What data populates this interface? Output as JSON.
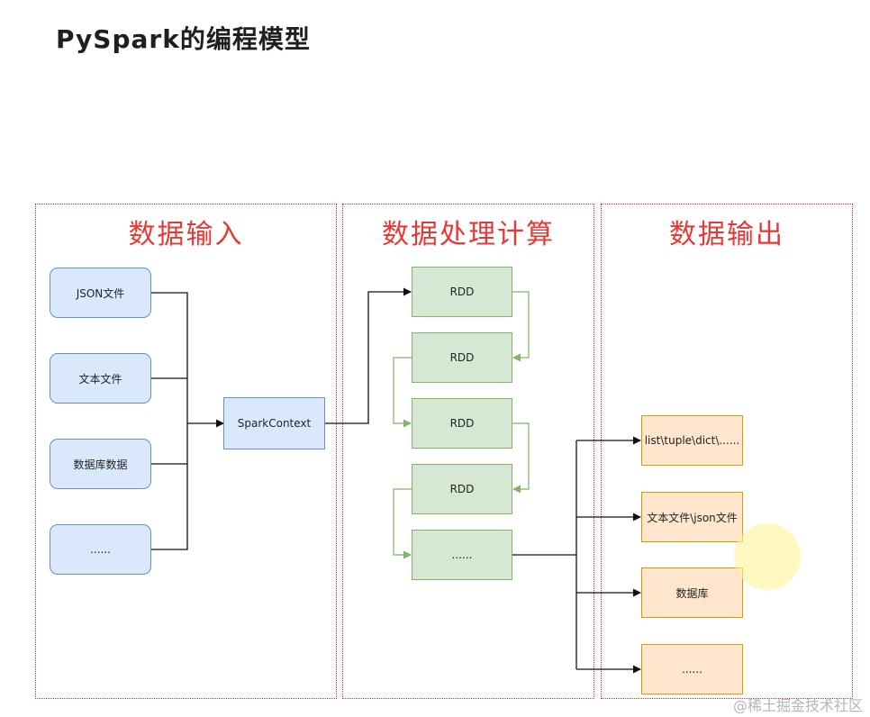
{
  "title": "PySpark的编程模型",
  "sections": {
    "input": "数据输入",
    "processing": "数据处理计算",
    "output": "数据输出"
  },
  "inputs": [
    "JSON文件",
    "文本文件",
    "数据库数据",
    "......"
  ],
  "context": "SparkContext",
  "rdds": [
    "RDD",
    "RDD",
    "RDD",
    "RDD",
    "......"
  ],
  "outputs": [
    "list\\tuple\\dict\\......",
    "文本文件\\json文件",
    "数据库",
    "......"
  ],
  "colors": {
    "section_title": "#e53935",
    "input_fill": "#dae8fc",
    "rdd_fill": "#d5e8d4",
    "output_fill": "#ffe6cc"
  },
  "watermark": "@稀土掘金技术社区"
}
